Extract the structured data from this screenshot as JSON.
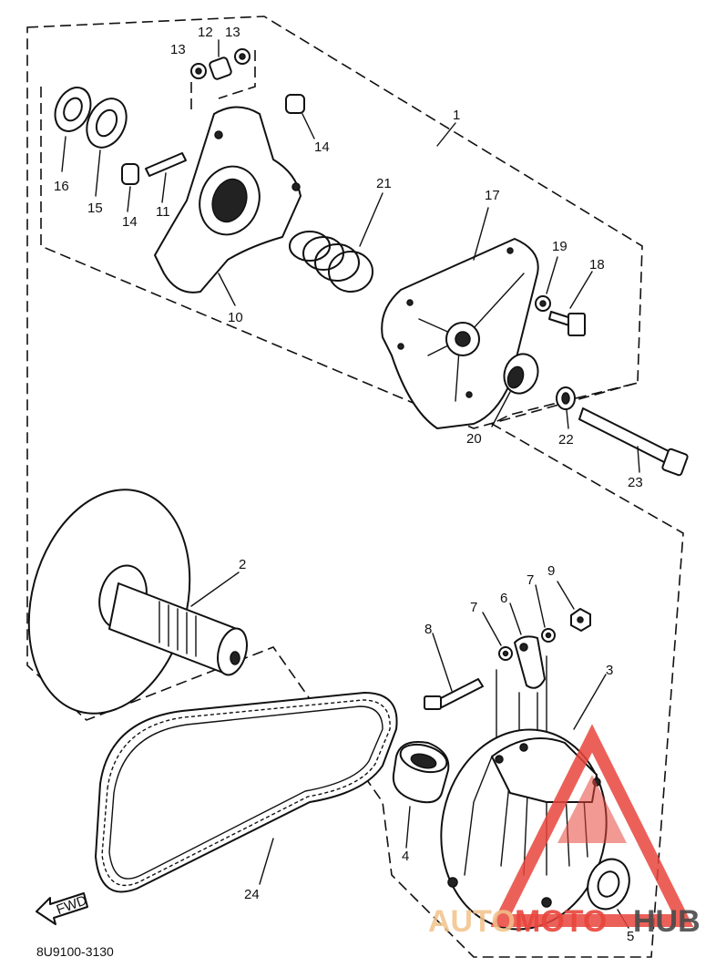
{
  "diagram": {
    "code": "8U9100-3130",
    "direction_label": "FWD",
    "callouts": [
      {
        "id": "1",
        "text": "1"
      },
      {
        "id": "2",
        "text": "2"
      },
      {
        "id": "3",
        "text": "3"
      },
      {
        "id": "4",
        "text": "4"
      },
      {
        "id": "5",
        "text": "5"
      },
      {
        "id": "6",
        "text": "6"
      },
      {
        "id": "7a",
        "text": "7"
      },
      {
        "id": "7b",
        "text": "7"
      },
      {
        "id": "8",
        "text": "8"
      },
      {
        "id": "9",
        "text": "9"
      },
      {
        "id": "10",
        "text": "10"
      },
      {
        "id": "11",
        "text": "11"
      },
      {
        "id": "12",
        "text": "12"
      },
      {
        "id": "13a",
        "text": "13"
      },
      {
        "id": "13b",
        "text": "13"
      },
      {
        "id": "14a",
        "text": "14"
      },
      {
        "id": "14b",
        "text": "14"
      },
      {
        "id": "15",
        "text": "15"
      },
      {
        "id": "16",
        "text": "16"
      },
      {
        "id": "17",
        "text": "17"
      },
      {
        "id": "18",
        "text": "18"
      },
      {
        "id": "19",
        "text": "19"
      },
      {
        "id": "20",
        "text": "20"
      },
      {
        "id": "21",
        "text": "21"
      },
      {
        "id": "22",
        "text": "22"
      },
      {
        "id": "23",
        "text": "23"
      },
      {
        "id": "24",
        "text": "24"
      }
    ]
  },
  "watermark": {
    "part1": "AUTO",
    "part2": "MOTO",
    "part3": "HUB",
    "colors": {
      "auto": "#f2c28a",
      "moto": "#e8453c",
      "hub": "#4a4a4a",
      "triangle": "#e8453c"
    }
  }
}
